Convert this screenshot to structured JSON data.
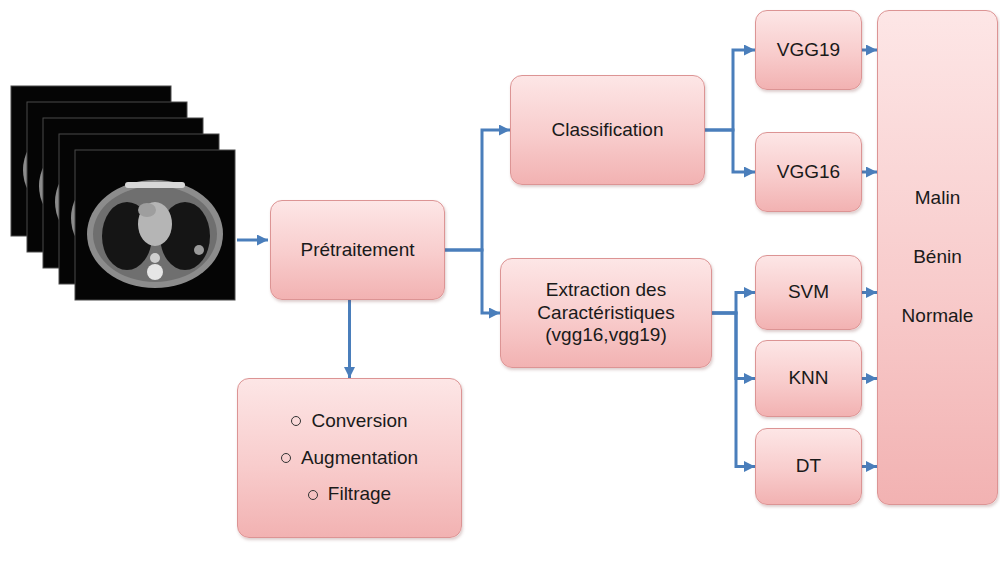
{
  "diagram": {
    "nodes": [
      {
        "text": [
          "Prétraitement"
        ]
      },
      {
        "text": [
          "Conversion",
          "Augmentation",
          "Filtrage"
        ]
      },
      {
        "text": [
          "Classification"
        ]
      },
      {
        "text": [
          "Extraction des Caractéristiques (vgg16,vgg19)"
        ]
      },
      {
        "text": [
          "VGG19"
        ]
      },
      {
        "text": [
          "VGG16"
        ]
      },
      {
        "text": [
          "SVM"
        ]
      },
      {
        "text": [
          "KNN"
        ]
      },
      {
        "text": [
          "DT"
        ]
      },
      {
        "text": [
          "Malin",
          "Bénin",
          "Normale"
        ]
      }
    ],
    "edges": [
      {
        "from": 0,
        "to": 1,
        "arrow": "to"
      },
      {
        "from": 0,
        "to": 2,
        "arrow": "to"
      },
      {
        "from": 0,
        "to": 3,
        "arrow": "to"
      },
      {
        "from": 2,
        "to": 4,
        "arrow": "to"
      },
      {
        "from": 2,
        "to": 5,
        "arrow": "to"
      },
      {
        "from": 3,
        "to": 6,
        "arrow": "to"
      },
      {
        "from": 3,
        "to": 7,
        "arrow": "to"
      },
      {
        "from": 3,
        "to": 8,
        "arrow": "to"
      },
      {
        "from": 4,
        "to": 9,
        "arrow": "to"
      },
      {
        "from": 5,
        "to": 9,
        "arrow": "to"
      },
      {
        "from": 6,
        "to": 9,
        "arrow": "to"
      },
      {
        "from": 7,
        "to": 9,
        "arrow": "to"
      },
      {
        "from": 8,
        "to": 9,
        "arrow": "to"
      }
    ]
  }
}
